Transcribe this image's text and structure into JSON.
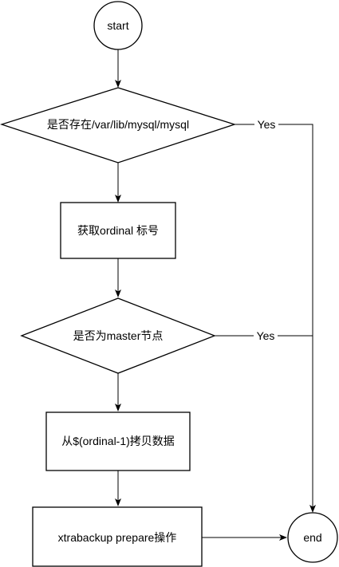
{
  "nodes": {
    "start": "start",
    "check_mysql_dir": "是否存在/var/lib/mysql/mysql",
    "get_ordinal": "获取ordinal 标号",
    "check_master": "是否为master节点",
    "copy_data": "从$(ordinal-1)拷贝数据",
    "xtrabackup": "xtrabackup prepare操作",
    "end": "end"
  },
  "edge_labels": {
    "mysql_dir_yes": "Yes",
    "master_yes": "Yes"
  }
}
